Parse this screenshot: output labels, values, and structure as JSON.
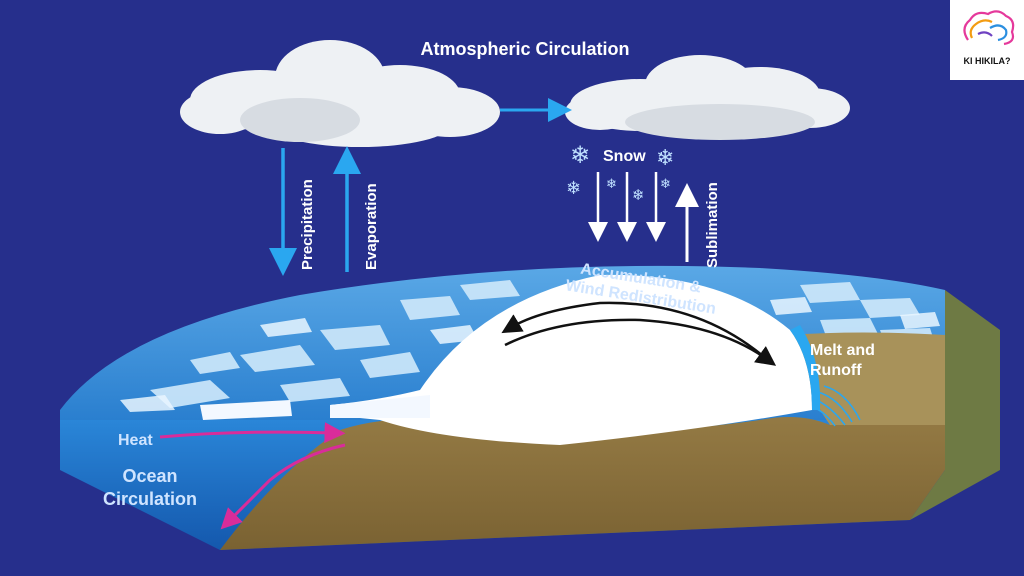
{
  "diagram": {
    "title": "Atmospheric Circulation",
    "labels": {
      "precipitation": "Precipitation",
      "evaporation": "Evaporation",
      "snow": "Snow",
      "sublimation": "Sublimation",
      "accumulation_line1": "Accumulation &",
      "accumulation_line2": "Wind Redistribution",
      "melt_line1": "Melt and",
      "melt_line2": "Runoff",
      "heat": "Heat",
      "ocean_line1": "Ocean",
      "ocean_line2": "Circulation"
    }
  },
  "logo": {
    "text": "KI HIKILA?"
  },
  "colors": {
    "background": "#262f8c",
    "ocean_top": "#3d8fd6",
    "ocean_side": "#1d6fc4",
    "ice_sheet": "#ffffff",
    "bedrock": "#8a6f3a",
    "land_side": "#6e7a44",
    "arrow_blue": "#2aa7f0",
    "arrow_white": "#ffffff",
    "heat_arrow": "#d92c9a",
    "cloud": "#eef1f4"
  }
}
